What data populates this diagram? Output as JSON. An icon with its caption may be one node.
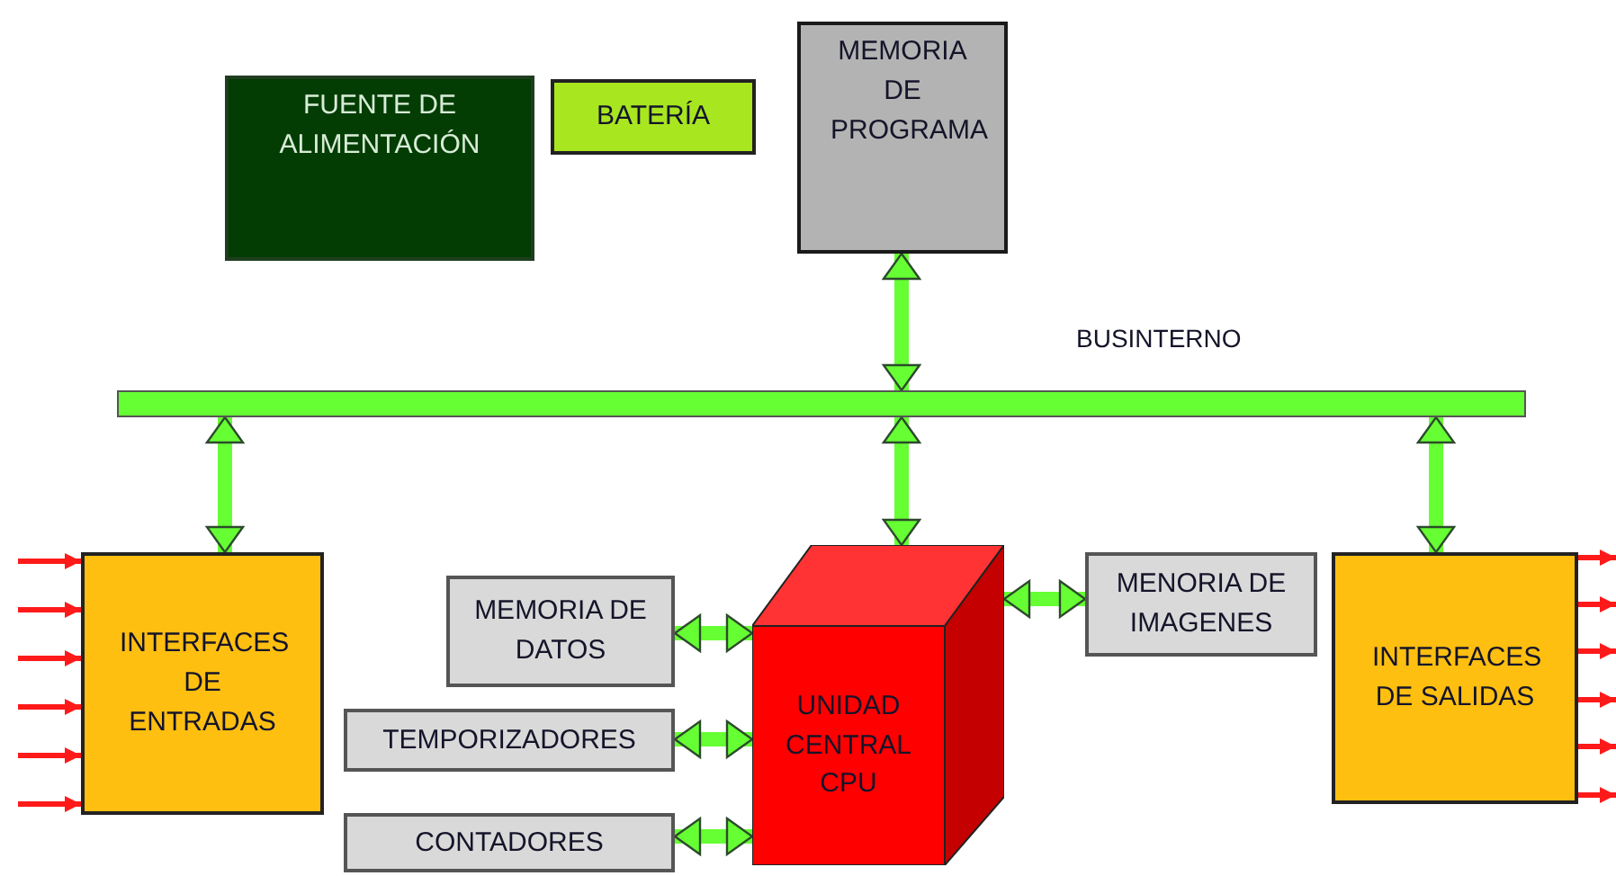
{
  "diagram": {
    "nodes": [
      {
        "text": [
          "FUENTE DE ALIMENTACIÓN"
        ]
      },
      {
        "text": [
          "BATERÍA"
        ]
      },
      {
        "text": [
          "MEMORIA DE PROGRAMA"
        ]
      },
      {
        "text": [],
        "shape": "bar",
        "beside": [
          "BUSINTERNO"
        ]
      },
      {
        "text": [
          "INTERFACES DE ENTRADAS"
        ]
      },
      {
        "text": [
          "MEMORIA DE DATOS"
        ]
      },
      {
        "text": [
          "TEMPORIZADORES"
        ]
      },
      {
        "text": [
          "CONTADORES"
        ]
      },
      {
        "text": [
          "UNIDAD CENTRAL CPU"
        ]
      },
      {
        "text": [
          "MENORIA DE IMAGENES"
        ]
      },
      {
        "text": [
          "INTERFACES DE SALIDAS"
        ]
      }
    ],
    "edges": [
      {
        "from": 2,
        "to": 3,
        "arrow": "both",
        "style": "thick",
        "color": "#66ff33"
      },
      {
        "from": 3,
        "to": 4,
        "arrow": "both",
        "style": "thick",
        "color": "#66ff33"
      },
      {
        "from": 3,
        "to": 8,
        "arrow": "both",
        "style": "thick",
        "color": "#66ff33"
      },
      {
        "from": 3,
        "to": 10,
        "arrow": "both",
        "style": "thick",
        "color": "#66ff33"
      },
      {
        "from": 5,
        "to": 8,
        "arrow": "both",
        "style": "thick",
        "color": "#66ff33"
      },
      {
        "from": 6,
        "to": 8,
        "arrow": "both",
        "style": "thick",
        "color": "#66ff33"
      },
      {
        "from": 7,
        "to": 8,
        "arrow": "both",
        "style": "thick",
        "color": "#66ff33"
      },
      {
        "from": 8,
        "to": 9,
        "arrow": "both",
        "style": "thick",
        "color": "#66ff33"
      },
      {
        "from": null,
        "to": 4,
        "arrow": "to",
        "color": "#ff1a1a"
      },
      {
        "from": null,
        "to": 4,
        "arrow": "to",
        "color": "#ff1a1a"
      },
      {
        "from": null,
        "to": 4,
        "arrow": "to",
        "color": "#ff1a1a"
      },
      {
        "from": null,
        "to": 4,
        "arrow": "to",
        "color": "#ff1a1a"
      },
      {
        "from": null,
        "to": 4,
        "arrow": "to",
        "color": "#ff1a1a"
      },
      {
        "from": null,
        "to": 4,
        "arrow": "to",
        "color": "#ff1a1a"
      },
      {
        "from": 10,
        "to": null,
        "arrow": "to",
        "color": "#ff1a1a"
      },
      {
        "from": 10,
        "to": null,
        "arrow": "to",
        "color": "#ff1a1a"
      },
      {
        "from": 10,
        "to": null,
        "arrow": "to",
        "color": "#ff1a1a"
      },
      {
        "from": 10,
        "to": null,
        "arrow": "to",
        "color": "#ff1a1a"
      },
      {
        "from": 10,
        "to": null,
        "arrow": "to",
        "color": "#ff1a1a"
      },
      {
        "from": 10,
        "to": null,
        "arrow": "to",
        "color": "#ff1a1a"
      }
    ]
  }
}
